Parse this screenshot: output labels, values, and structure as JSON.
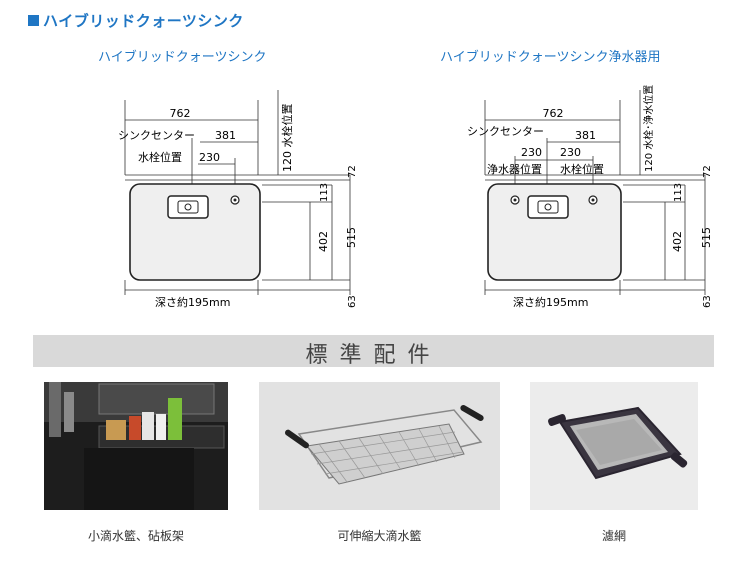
{
  "heading": "ハイブリッドクォーツシンク",
  "left_diagram": {
    "title": "ハイブリッドクォーツシンク",
    "width": "762",
    "sink_center_label": "シンクセンター",
    "sink_center": "381",
    "faucet_label": "水栓位置",
    "faucet": "230",
    "faucet_offset": "120 水栓位置",
    "dim_72": "72",
    "dim_113": "113",
    "dim_515": "515",
    "dim_402": "402",
    "dim_63": "63",
    "depth": "深さ約195mm"
  },
  "right_diagram": {
    "title": "ハイブリッドクォーツシンク浄水器用",
    "width": "762",
    "sink_center_label": "シンクセンター",
    "sink_center": "381",
    "purifier_dim": "230",
    "faucet_dim": "230",
    "purifier_label": "浄水器位置",
    "faucet_label": "水栓位置",
    "faucet_offset": "120 水栓･浄水位置",
    "dim_72": "72",
    "dim_113": "113",
    "dim_515": "515",
    "dim_402": "402",
    "dim_63": "63",
    "depth": "深さ約195mm"
  },
  "banner": "標準配件",
  "accessories": [
    {
      "caption": "小滴水籃、砧板架",
      "icon": "drainer-shelf-photo"
    },
    {
      "caption": "可伸縮大滴水籃",
      "icon": "expandable-basket-photo"
    },
    {
      "caption": "濾網",
      "icon": "strainer-photo"
    }
  ],
  "colors": {
    "accent": "#1f76c4",
    "banner": "#d9d9d9"
  }
}
